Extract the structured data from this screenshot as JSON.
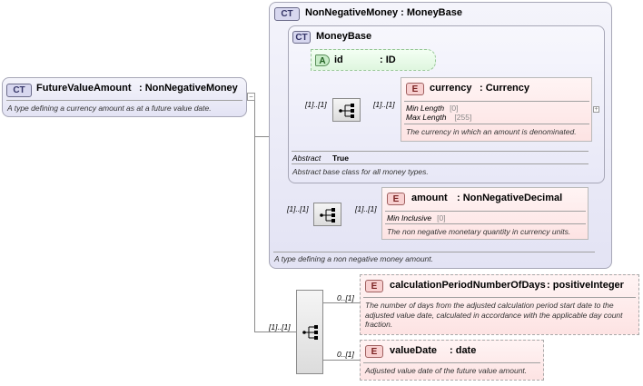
{
  "root": {
    "badge": "CT",
    "name": "FutureValueAmount",
    "type": ": NonNegativeMoney",
    "description": "A type defining a currency amount as at a future value date."
  },
  "nonneg": {
    "badge": "CT",
    "title": "NonNegativeMoney : MoneyBase",
    "description": "A type defining a non negative money amount."
  },
  "moneybase": {
    "badge": "CT",
    "title": "MoneyBase",
    "abstract_label": "Abstract",
    "abstract_value": "True",
    "description": "Abstract base class for all money types."
  },
  "id_attr": {
    "badge": "A",
    "name": "id",
    "type": ": ID"
  },
  "currency": {
    "badge": "E",
    "name": "currency",
    "type": ": Currency",
    "facets": [
      {
        "label": "Min Length",
        "value": "[0]"
      },
      {
        "label": "Max Length",
        "value": "[255]"
      }
    ],
    "description": "The currency in which an amount is denominated.",
    "card_left": "[1]..[1]",
    "card_right": "[1]..[1]"
  },
  "amount": {
    "badge": "E",
    "name": "amount",
    "type": ": NonNegativeDecimal",
    "facets": [
      {
        "label": "Min Inclusive",
        "value": "[0]"
      }
    ],
    "description": "The non negative monetary quantity in currency units.",
    "card_left": "[1]..[1]",
    "card_right": "[1]..[1]"
  },
  "calc": {
    "badge": "E",
    "name": "calculationPeriodNumberOfDays",
    "type": ": positiveInteger",
    "description": "The number of days from the adjusted calculation period start date to the adjusted value date, calculated in accordance with the applicable day count fraction.",
    "card": "0..[1]"
  },
  "valuedate": {
    "badge": "E",
    "name": "valueDate",
    "type": ": date",
    "description": "Adjusted value date of the future value amount.",
    "card": "0..[1]"
  },
  "outer_seq": {
    "card": "[1]..[1]"
  }
}
